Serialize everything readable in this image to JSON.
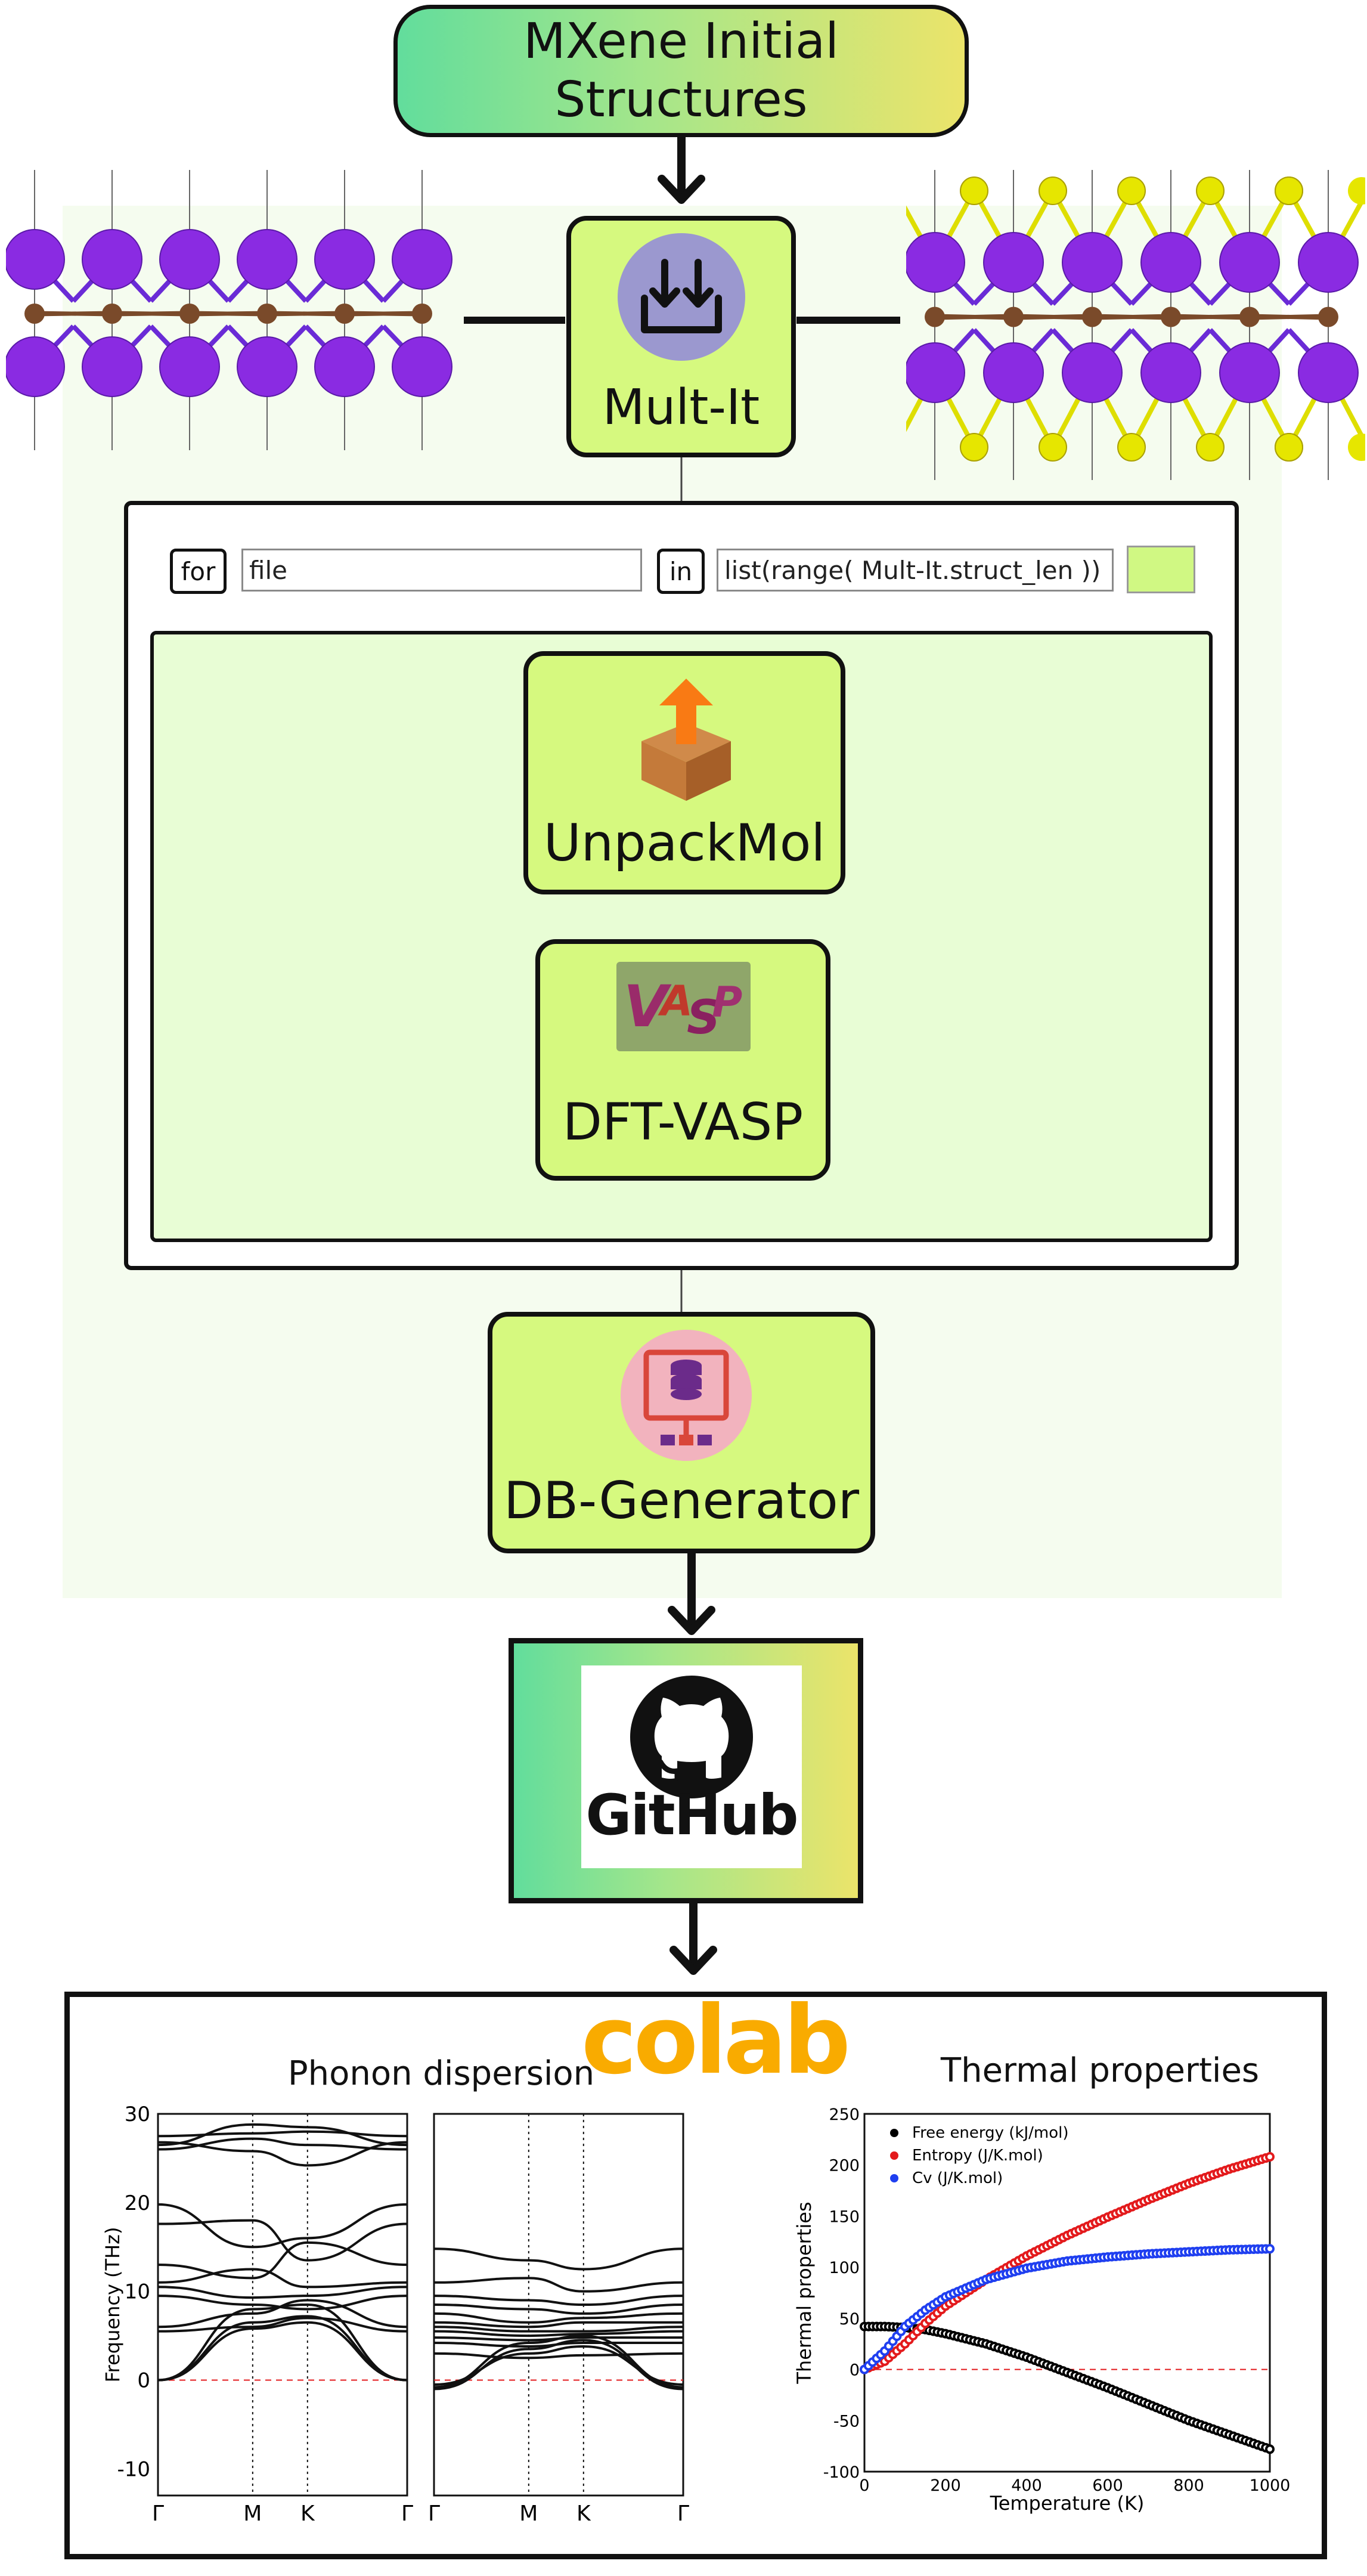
{
  "colors": {
    "node_fill": "#d6f97f",
    "gradient_start": "#62dd9c",
    "gradient_end": "#ebe46a",
    "loop_fill": "#e8fdd5",
    "metal_atom": "#8a2be2",
    "carbon_atom": "#7a4a2a",
    "sulfur_atom": "#e6e600",
    "colab_orange": "#f9ab00"
  },
  "header": {
    "title": "MXene Initial\nStructures"
  },
  "nodes": {
    "multit": {
      "label": "Mult-It",
      "icon": "merge-tray-icon"
    },
    "unpack": {
      "label": "UnpackMol",
      "icon": "open-box-upload-icon"
    },
    "vasp": {
      "label": "DFT-VASP",
      "icon": "vasp-logo-icon"
    },
    "dbgen": {
      "label": "DB-Generator",
      "icon": "database-generator-icon"
    }
  },
  "loop": {
    "for_label": "for",
    "var_value": "file",
    "in_label": "in",
    "iter_value": "list(range( Mult-It.struct_len ))"
  },
  "github": {
    "label": "GitHub",
    "icon": "github-octocat-icon"
  },
  "colab": {
    "label": "colab"
  },
  "chart_data": [
    {
      "type": "line",
      "title": "Phonon dispersion",
      "ylabel": "Frequency (THz)",
      "ylim": [
        -13,
        30
      ],
      "yticks": [
        30,
        20,
        10,
        0,
        -10
      ],
      "xticks": [
        "Γ",
        "M",
        "K",
        "Γ"
      ],
      "series": [
        {
          "values": [
            27.5,
            27.8,
            28.0,
            27.5
          ]
        },
        {
          "values": [
            26.5,
            28.8,
            28.5,
            26.5
          ]
        },
        {
          "values": [
            26.8,
            25.8,
            24.2,
            26.8
          ]
        },
        {
          "values": [
            26.0,
            27.2,
            26.5,
            26.0
          ]
        },
        {
          "values": [
            19.8,
            15.0,
            16.0,
            19.8
          ]
        },
        {
          "values": [
            17.6,
            18.0,
            13.5,
            17.6
          ]
        },
        {
          "values": [
            13.0,
            11.5,
            15.5,
            13.0
          ]
        },
        {
          "values": [
            11.0,
            12.5,
            10.5,
            11.0
          ]
        },
        {
          "values": [
            10.5,
            9.3,
            9.5,
            10.5
          ]
        },
        {
          "values": [
            9.5,
            8.5,
            8.0,
            9.5
          ]
        },
        {
          "values": [
            6.0,
            7.5,
            9.0,
            6.0
          ]
        },
        {
          "values": [
            5.5,
            6.0,
            7.0,
            5.5
          ]
        },
        {
          "values": [
            0,
            8.0,
            8.5,
            0
          ]
        },
        {
          "values": [
            0,
            6.5,
            7.2,
            0
          ]
        },
        {
          "values": [
            0,
            5.8,
            6.5,
            0
          ]
        }
      ]
    },
    {
      "type": "line",
      "ylim": [
        -13,
        30
      ],
      "xticks": [
        "Γ",
        "M",
        "K",
        "Γ"
      ],
      "series": [
        {
          "values": [
            14.8,
            13.5,
            12.5,
            14.8
          ]
        },
        {
          "values": [
            11.0,
            11.5,
            10.0,
            11.0
          ]
        },
        {
          "values": [
            9.5,
            9.0,
            8.5,
            9.5
          ]
        },
        {
          "values": [
            8.5,
            8.0,
            7.5,
            8.5
          ]
        },
        {
          "values": [
            7.5,
            6.5,
            7.0,
            7.5
          ]
        },
        {
          "values": [
            6.5,
            6.0,
            6.5,
            6.5
          ]
        },
        {
          "values": [
            6.0,
            5.5,
            5.5,
            6.0
          ]
        },
        {
          "values": [
            5.5,
            5.0,
            5.2,
            5.5
          ]
        },
        {
          "values": [
            4.8,
            4.5,
            4.8,
            4.8
          ]
        },
        {
          "values": [
            4.2,
            3.8,
            4.2,
            4.2
          ]
        },
        {
          "values": [
            3.0,
            2.5,
            2.8,
            3.0
          ]
        },
        {
          "values": [
            -0.8,
            4.2,
            5.0,
            -0.8
          ]
        },
        {
          "values": [
            -1.0,
            3.5,
            4.5,
            -1.0
          ]
        },
        {
          "values": [
            -0.5,
            3.0,
            3.8,
            -0.5
          ]
        }
      ]
    },
    {
      "type": "scatter",
      "title": "Thermal properties",
      "xlabel": "Temperature (K)",
      "ylabel": "Thermal properties",
      "xlim": [
        0,
        1000
      ],
      "ylim": [
        -100,
        250
      ],
      "xticks": [
        0,
        200,
        400,
        600,
        800,
        1000
      ],
      "yticks": [
        250,
        200,
        150,
        100,
        50,
        0,
        -50,
        -100
      ],
      "legend_position": "top-left",
      "series": [
        {
          "name": "Free energy (kJ/mol)",
          "color": "#000000",
          "x": [
            0,
            50,
            100,
            150,
            200,
            300,
            400,
            500,
            600,
            700,
            800,
            900,
            1000
          ],
          "y": [
            42,
            42,
            41,
            39,
            35,
            25,
            12,
            -3,
            -18,
            -34,
            -50,
            -64,
            -78
          ]
        },
        {
          "name": "Entropy (J/K.mol)",
          "color": "#e31a1c",
          "x": [
            0,
            50,
            100,
            150,
            200,
            300,
            400,
            500,
            600,
            700,
            800,
            900,
            1000
          ],
          "y": [
            0,
            8,
            25,
            45,
            62,
            88,
            111,
            131,
            149,
            166,
            182,
            196,
            208
          ]
        },
        {
          "name": "Cv (J/K.mol)",
          "color": "#1f3ff0",
          "x": [
            0,
            50,
            100,
            150,
            200,
            300,
            400,
            500,
            600,
            700,
            800,
            900,
            1000
          ],
          "y": [
            0,
            18,
            42,
            58,
            71,
            88,
            99,
            106,
            110,
            113,
            115,
            117,
            118
          ]
        }
      ]
    }
  ]
}
